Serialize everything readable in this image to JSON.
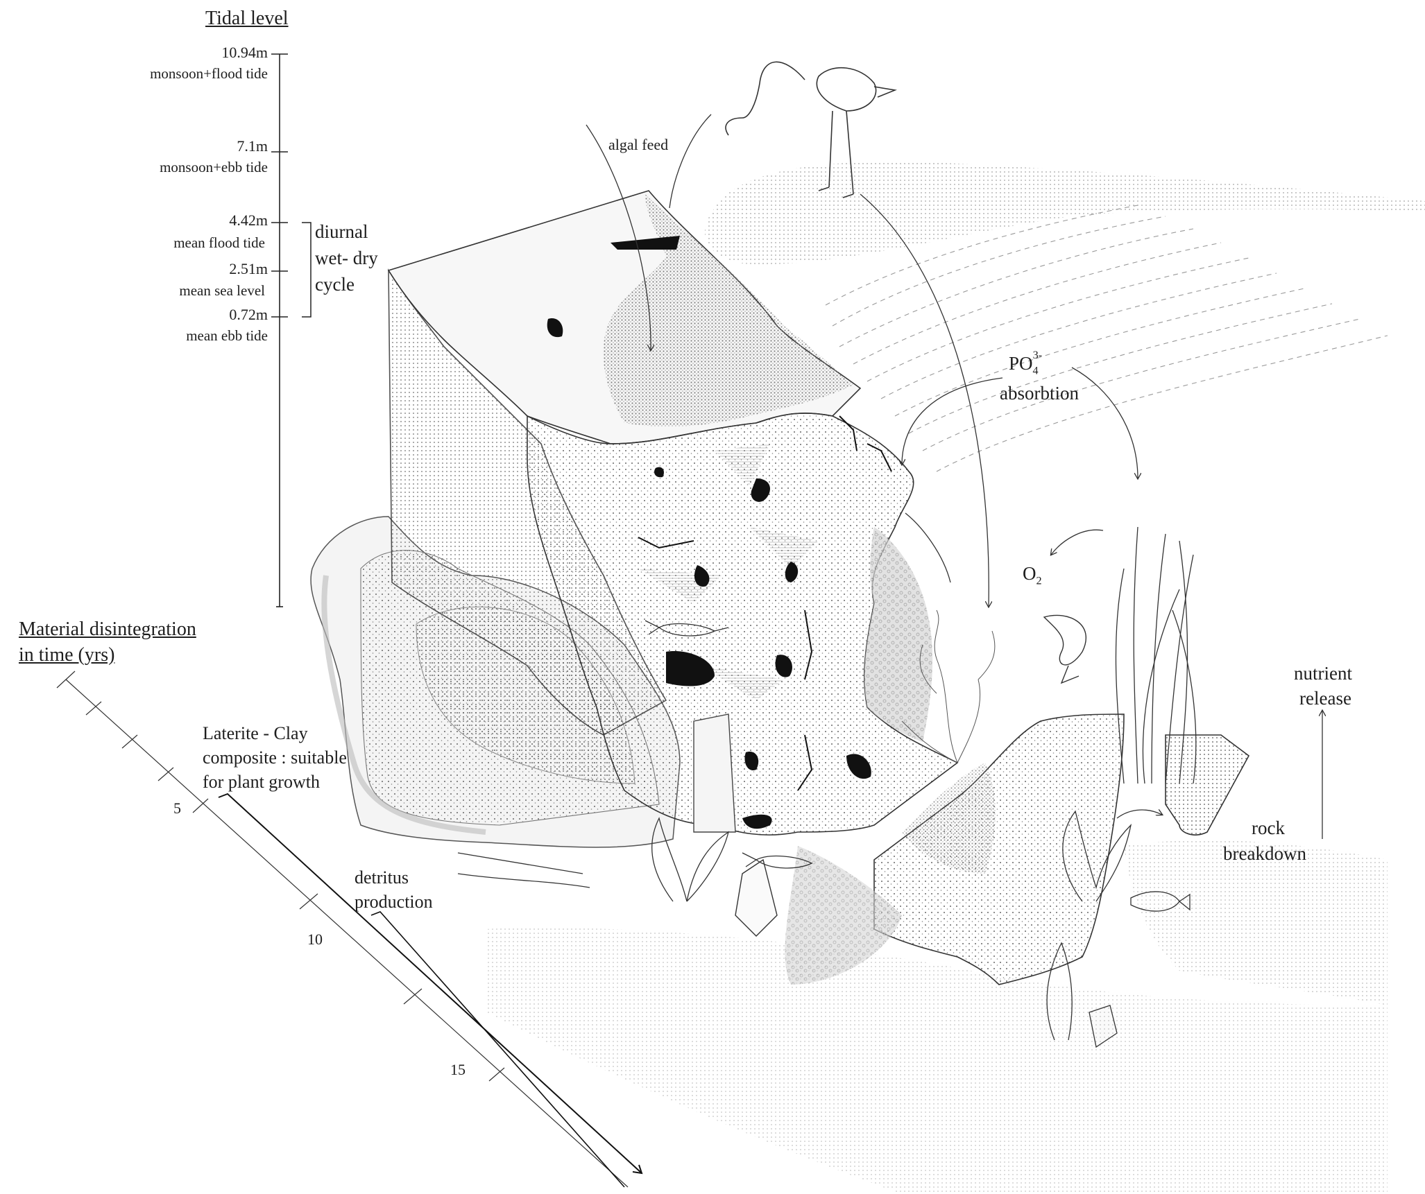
{
  "tidal_scale": {
    "title": "Tidal level",
    "levels": [
      {
        "value": "10.94m",
        "label": "monsoon+flood tide"
      },
      {
        "value": "7.1m",
        "label": "monsoon+ebb tide"
      },
      {
        "value": "4.42m",
        "label": "mean flood tide"
      },
      {
        "value": "2.51m",
        "label": "mean sea level"
      },
      {
        "value": "0.72m",
        "label": "mean ebb tide"
      }
    ],
    "bracket_label": [
      "diurnal",
      "wet- dry",
      "cycle"
    ]
  },
  "time_axis": {
    "title_line1": "Material disintegration",
    "title_line2": "in time (yrs)",
    "ticks": [
      "5",
      "10",
      "15"
    ]
  },
  "annotations": {
    "algal_feed": "algal feed",
    "po4_main": "PO",
    "po4_sub": "4",
    "po4_sup": "3-",
    "absorption": "absorbtion",
    "o2_main": "O",
    "o2_sub": "2",
    "nutrient_release": [
      "nutrient",
      "release"
    ],
    "rock_breakdown": [
      "rock",
      "breakdown"
    ],
    "laterite": [
      "Laterite - Clay",
      "composite : suitable",
      "for plant growth"
    ],
    "detritus": [
      "detritus",
      "production"
    ]
  }
}
